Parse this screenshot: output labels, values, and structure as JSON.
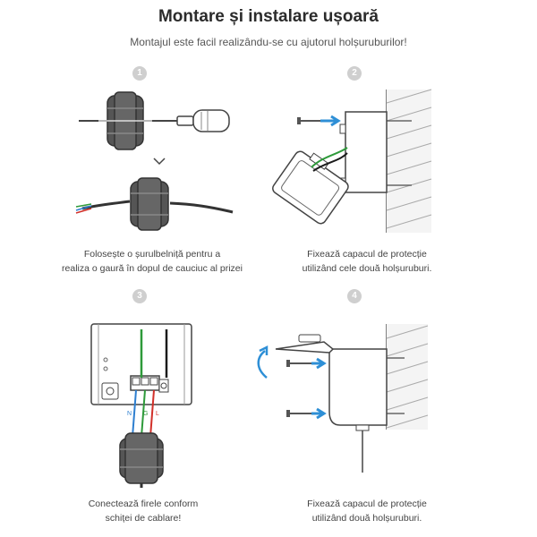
{
  "header": {
    "title": "Montare și instalare ușoară",
    "subtitle": "Montajul este facil realizându-se cu ajutorul holșuruburilor!"
  },
  "steps": [
    {
      "number": "1",
      "caption_lines": [
        "Folosește o șurulbelniță pentru a",
        "realiza o gaură în dopul de cauciuc al prizei"
      ],
      "icons": [
        "rubber-grommet-icon",
        "screwdriver-icon",
        "chevron-down-icon",
        "cable-icon"
      ]
    },
    {
      "number": "2",
      "caption_lines": [
        "Fixează capacul de protecție",
        "utilizând cele două holșuruburi."
      ],
      "icons": [
        "screw-icon",
        "arrow-right-icon",
        "wall-icon",
        "socket-box-icon"
      ]
    },
    {
      "number": "3",
      "caption_lines": [
        "Conectează firele conform",
        "schiței de cablare!"
      ],
      "icons": [
        "terminal-block-icon",
        "wire-icon",
        "rubber-grommet-icon"
      ],
      "wire_labels": [
        "N",
        "G",
        "L"
      ]
    },
    {
      "number": "4",
      "caption_lines": [
        "Fixează capacul de protecție",
        "utilizând două holșuruburi."
      ],
      "icons": [
        "rotate-arrow-icon",
        "screw-icon",
        "arrow-right-icon",
        "wall-icon"
      ]
    }
  ],
  "colors": {
    "arrow_blue": "#2e8fd6",
    "wire_green": "#2e9a3a",
    "wire_red": "#d2302a",
    "wire_blue": "#2e7fd0",
    "wire_black": "#1a1a1a",
    "line_gray": "#555555",
    "badge_gray": "#cfcfcf"
  }
}
